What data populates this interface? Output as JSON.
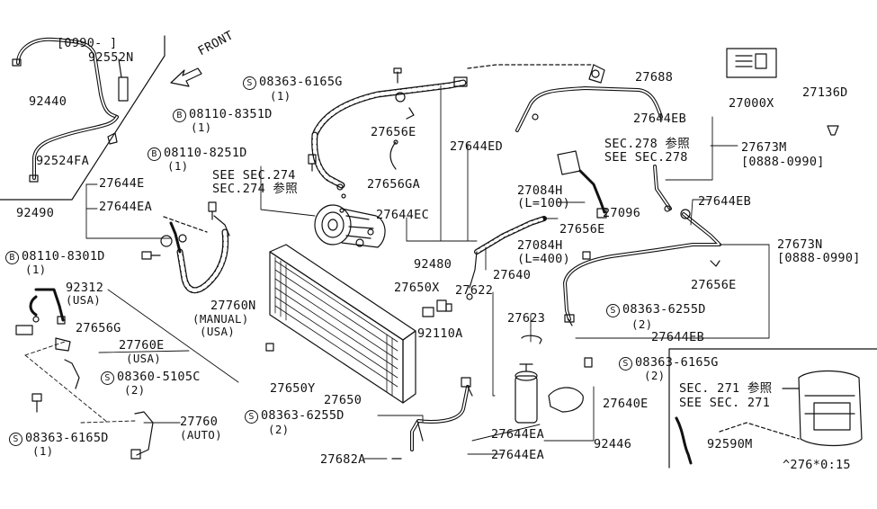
{
  "labels": {
    "l0990": "[0990-         ]",
    "l92552N": "92552N",
    "l92440": "92440",
    "l92524FA": "92524FA",
    "front": "FRONT",
    "l08363_6165G_top": "08363-6165G",
    "l08363_6165G_top_q": "(1)",
    "l08110_8351D": "08110-8351D",
    "l08110_8351D_q": "(1)",
    "l27656E_top": "27656E",
    "l27644ED": "27644ED",
    "l08110_8251D": "08110-8251D",
    "l08110_8251D_q": "(1)",
    "l27656GA": "27656GA",
    "seeSec274": "SEE SEC.274",
    "sec274ref": "SEC.274 参照",
    "l27644E": "27644E",
    "l92490": "92490",
    "l27644EA_left": "27644EA",
    "l27644EC": "27644EC",
    "l08110_8301D": "08110-8301D",
    "l08110_8301D_q": "(1)",
    "l92480": "92480",
    "l27688": "27688",
    "l27000X": "27000X",
    "l27136D": "27136D",
    "l27644EB_top": "27644EB",
    "sec278ref": "SEC.278 参照",
    "seeSec278": "SEE SEC.278",
    "l27673M": "27673M",
    "l0888_0990_M": "[0888-0990]",
    "l27084H_100": "27084H",
    "l27084H_100_q": "(L=100)",
    "l27096": "27096",
    "l27644EB_mid": "27644EB",
    "l27656E_mid": "27656E",
    "l27084H_400": "27084H",
    "l27084H_400_q": "(L=400)",
    "l27673N": "27673N",
    "l0888_0990_N": "[0888-0990]",
    "l27640": "27640",
    "l27622": "27622",
    "l27650X": "27650X",
    "l27656E_right": "27656E",
    "l92312": "92312",
    "l92312_q": "(USA)",
    "l27760N": "27760N",
    "l27760N_q1": "(MANUAL)",
    "l27760N_q2": "(USA)",
    "l27656G": "27656G",
    "l27760E": "27760E",
    "l27760E_q": "(USA)",
    "l08360_5105C": "08360-5105C",
    "l08360_5105C_q": "(2)",
    "l27623": "27623",
    "l92110A": "92110A",
    "l08363_6255D_right": "08363-6255D",
    "l08363_6255D_right_q": "(2)",
    "l27644EB_bot": "27644EB",
    "l08363_6165G_right": "08363-6165G",
    "l08363_6165G_right_q": "(2)",
    "l27650Y": "27650Y",
    "l27650": "27650",
    "l27640E": "27640E",
    "sec271ref": "SEC. 271 参照",
    "seeSec271": "SEE SEC. 271",
    "l08363_6255D_bot": "08363-6255D",
    "l08363_6255D_bot_q": "(2)",
    "l27760": "27760",
    "l27760_q": "(AUTO)",
    "l27644EA_bot1": "27644EA",
    "l92446": "92446",
    "l92590M": "92590M",
    "l08363_6165D": "08363-6165D",
    "l08363_6165D_q": "(1)",
    "l27682A": "27682A",
    "l27644EA_bot2": "27644EA",
    "diagramCode": "^276*0:15",
    "s_glyph": "S",
    "b_glyph": "B"
  },
  "colors": {
    "ink": "#111111",
    "paper": "#ffffff"
  }
}
